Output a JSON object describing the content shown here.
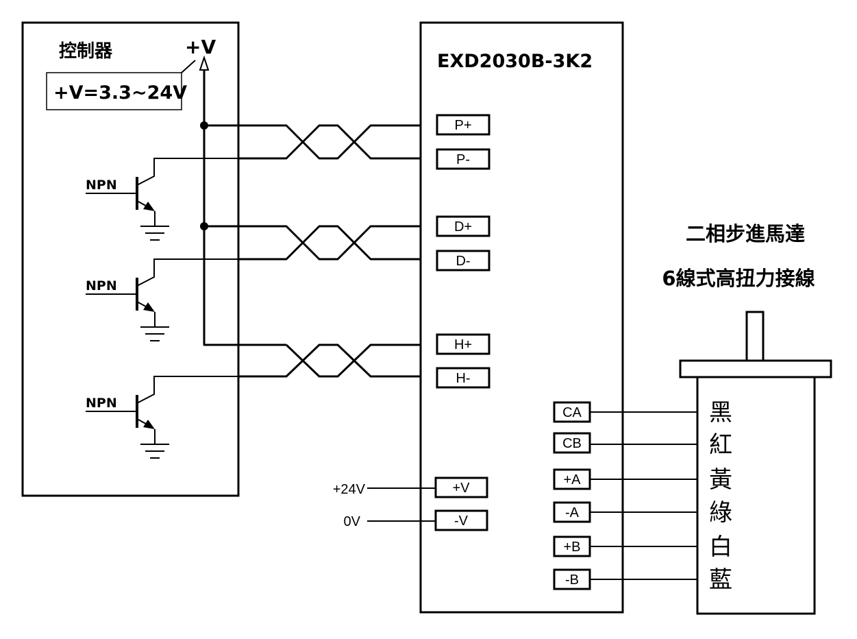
{
  "controller": {
    "title": "控制器",
    "supply_label": "+V",
    "supply_range": "+V=3.3~24V",
    "transistor_labels": [
      "NPN",
      "NPN",
      "NPN"
    ]
  },
  "driver": {
    "model": "EXD2030B-3K2",
    "signal_pins": [
      "P+",
      "P-",
      "D+",
      "D-",
      "H+",
      "H-"
    ],
    "power_pins": [
      "+V",
      "-V"
    ],
    "power_sources": [
      "+24V",
      "0V"
    ],
    "motor_pins": [
      "CA",
      "CB",
      "+A",
      "-A",
      "+B",
      "-B"
    ]
  },
  "motor": {
    "title": "二相步進馬達",
    "subtitle": "6線式高扭力接線",
    "wire_colors": [
      "黑",
      "紅",
      "黃",
      "綠",
      "白",
      "藍"
    ]
  }
}
